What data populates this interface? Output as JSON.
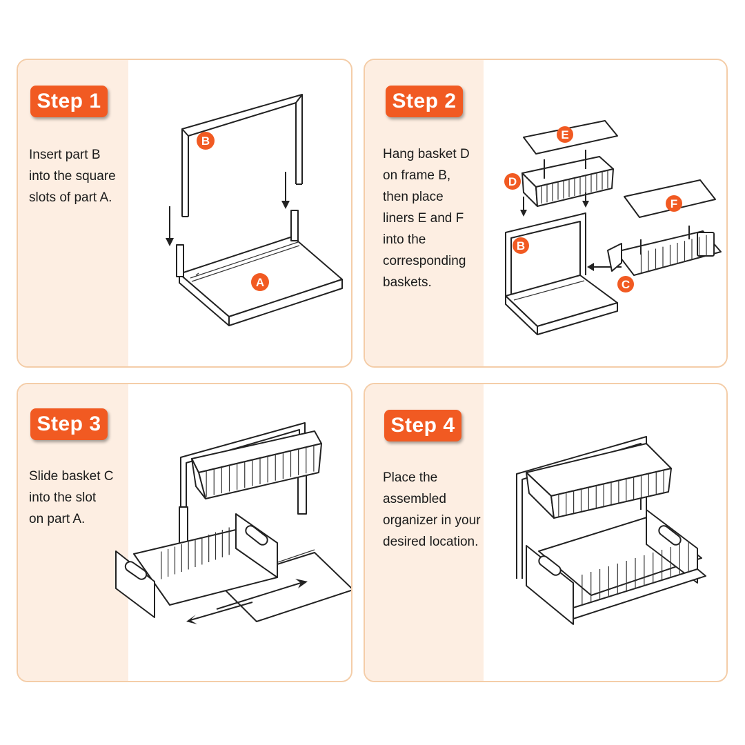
{
  "accent_color": "#f15a22",
  "panel_tint": "#fdeee2",
  "border_color": "#f4cda8",
  "steps": [
    {
      "badge": "Step 1",
      "lines": [
        "Insert part B",
        "into the square",
        "slots of part A."
      ],
      "labels": [
        "B",
        "A"
      ]
    },
    {
      "badge": "Step 2",
      "lines": [
        "Hang basket D",
        "on frame B,",
        "then place",
        "liners E and F",
        "into the",
        "corresponding",
        "baskets."
      ],
      "labels": [
        "E",
        "D",
        "F",
        "B",
        "C"
      ]
    },
    {
      "badge": "Step 3",
      "lines": [
        "Slide basket C",
        "into the slot",
        "on part A."
      ]
    },
    {
      "badge": "Step 4",
      "lines": [
        "Place the",
        "assembled",
        "organizer in your",
        "desired location."
      ]
    }
  ]
}
